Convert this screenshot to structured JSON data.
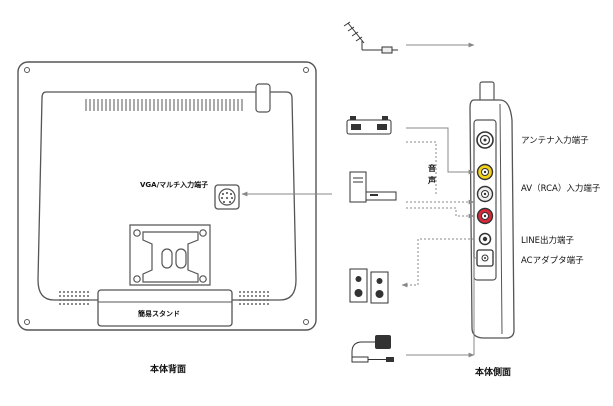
{
  "labels": {
    "vga_multi_input": "VGA/マルチ入力端子",
    "stand": "簡易スタンド",
    "back_view": "本体背面",
    "side_view": "本体側面",
    "audio_line1": "音",
    "audio_line2": "声",
    "antenna_port": "アンテナ入力端子",
    "av_port": "AV（RCA）入力端子",
    "line_out_port": "LINE出力端子",
    "ac_adapter_port": "ACアダプタ端子"
  },
  "devices": {
    "tv_antenna": "TV アンテナ",
    "composite": "コンポジット",
    "vga_component": "VGA・コンポーネント",
    "speaker": "アンプ内蔵スピーカー等",
    "ac_adapter": "AC アダプター",
    "dc_adapter": "DC アダプター"
  },
  "colors": {
    "device_box": "#dcdcdc",
    "outline": "#555555",
    "arrow": "#888888",
    "av_yellow": "#f2d21b",
    "red_jack": "#d8283a"
  }
}
